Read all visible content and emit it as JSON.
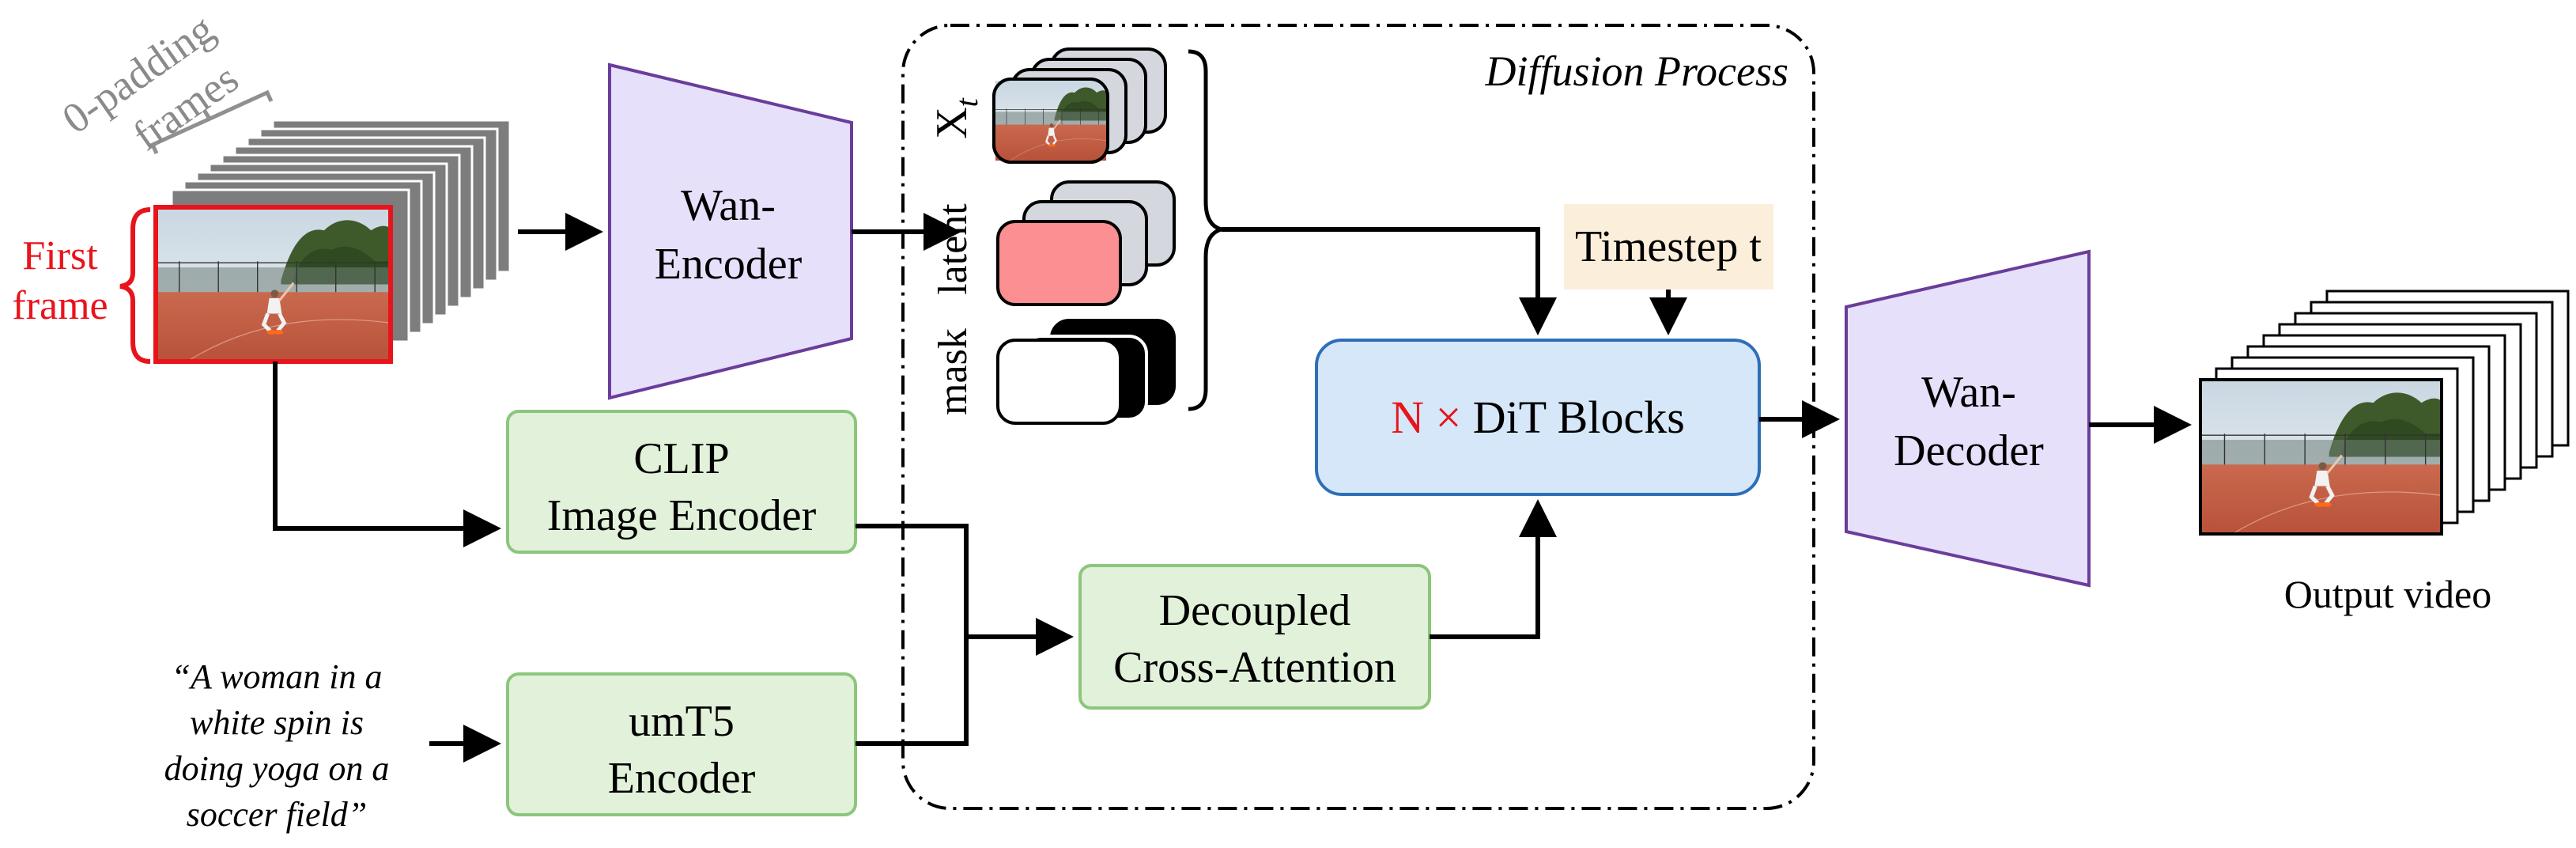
{
  "padding_label": {
    "line1": "0-padding",
    "line2": "frames"
  },
  "first_frame_label": {
    "line1": "First",
    "line2": "frame"
  },
  "encoder": {
    "line1": "Wan-",
    "line2": "Encoder"
  },
  "decoder": {
    "line1": "Wan-",
    "line2": "Decoder"
  },
  "diffusion_label": "Diffusion Process",
  "xt_label": {
    "base": "X",
    "sub": "t"
  },
  "latent_label": "latent",
  "mask_label": "mask",
  "timestep_label": "Timestep t",
  "dit": {
    "prefix": "N ×",
    "suffix": "DiT Blocks"
  },
  "clip": {
    "line1": "CLIP",
    "line2": "Image Encoder"
  },
  "umt5": {
    "line1": "umT5",
    "line2": "Encoder"
  },
  "cross_attention": {
    "line1": "Decoupled",
    "line2": "Cross-Attention"
  },
  "prompt_lines": [
    "“A woman in a",
    "white spin is",
    "doing yoga on a",
    "soccer field”"
  ],
  "output_label": "Output video",
  "colors": {
    "first_frame_red": "#e8141b",
    "encoder_fill": "#e6e0fa",
    "encoder_stroke": "#6a3d9a",
    "green_fill": "#e2f1da",
    "green_stroke": "#8cc67c",
    "dit_fill": "#d5e7f8",
    "dit_stroke": "#2d6fb7",
    "timestep_fill": "#fbeedb",
    "latent_pink": "#fb8f91",
    "padding_gray": "#7d7d7d"
  }
}
